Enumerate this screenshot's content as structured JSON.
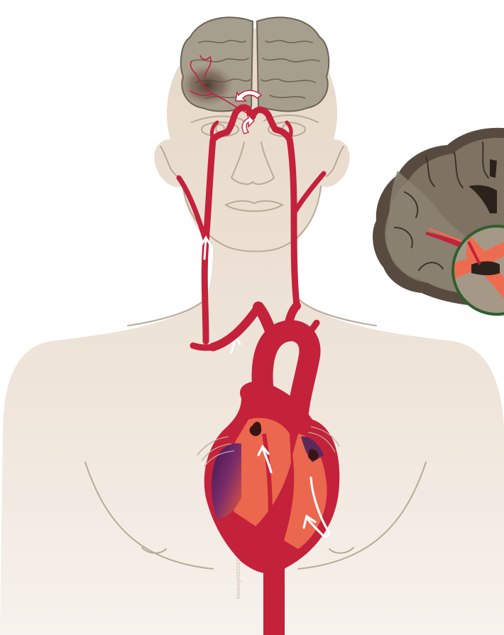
{
  "credit_text": "blodsegl/031012",
  "colors": {
    "skin_top": "#e9dccd",
    "skin_bottom": "#f4ede6",
    "outline": "#b8ab97",
    "artery": "#c4213a",
    "heart_inner": "#ed6c4f",
    "clot": "#3b1414",
    "brain_tissue": "#a79f8e",
    "brain_dark": "#514539",
    "zoom_ring": "#2f5f2f"
  },
  "icons": [
    "heart-illustration",
    "brain-illustration",
    "carotid-artery-illustration",
    "brain-cross-section",
    "zoom-circle",
    "flow-arrow-icon"
  ]
}
